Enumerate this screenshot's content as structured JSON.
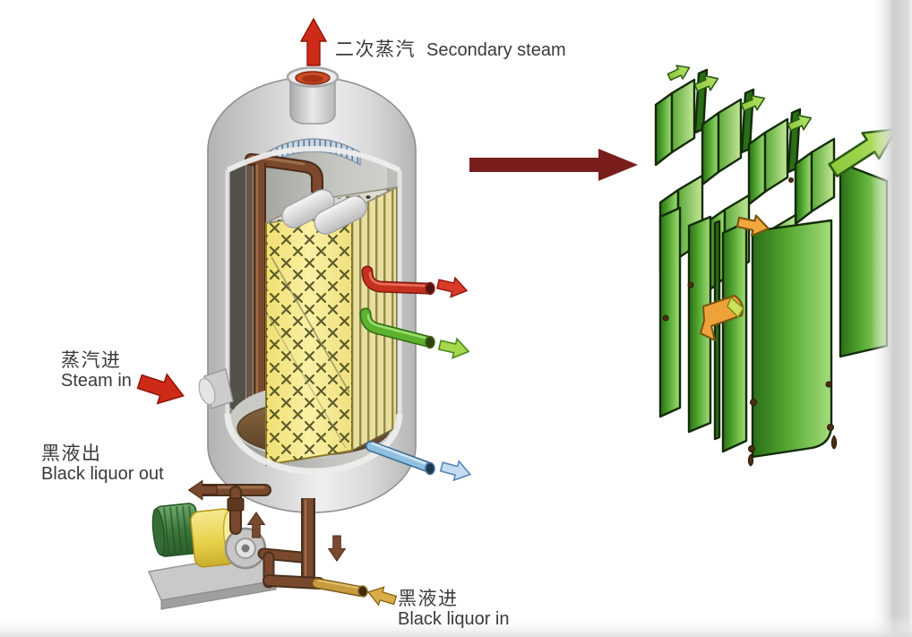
{
  "page": {
    "background": "#ffffff",
    "description": "Cutaway diagram of a falling-film plate evaporator vessel with flow labels, linked by a large arrow to an illustration of the green lamella plate pack"
  },
  "labels": {
    "secondary_steam": {
      "zh": "二次蒸汽",
      "en": "Secondary steam"
    },
    "steam_in": {
      "zh": "蒸汽进",
      "en": "Steam in"
    },
    "black_liquor_out": {
      "zh": "黑液出",
      "en": "Black liquor out"
    },
    "black_liquor_in": {
      "zh": "黑液进",
      "en": "Black liquor in"
    }
  },
  "colors": {
    "steam_red": "#ce2a18",
    "transfer_maroon": "#7a1d1d",
    "condensate_red": "#d93a28",
    "vapor_green": "#a6d84e",
    "concentrate_blue": "#c4dcf0",
    "liquor_out_brown": "#7a4a30",
    "liquor_in_tan": "#d9ad45",
    "plate_green": "#55a832",
    "heater_yellow": "#f4e67c",
    "text": "#3a3a3a"
  },
  "icons": {
    "secondary_steam_arrow": "up-arrow",
    "steam_in_arrow": "right-arrow",
    "black_liquor_out_arrow": "left-arrow",
    "black_liquor_in_arrow": "left-arrow",
    "transfer_arrow": "right-arrow",
    "condensate_out_arrow": "right-arrow",
    "vapor_out_arrow": "right-arrow",
    "concentrate_out_arrow": "right-arrow",
    "circulation_up_arrow": "up-arrow",
    "feed_down_arrow": "down-arrow",
    "plate_flow_arrow": "up-right-arrow"
  }
}
